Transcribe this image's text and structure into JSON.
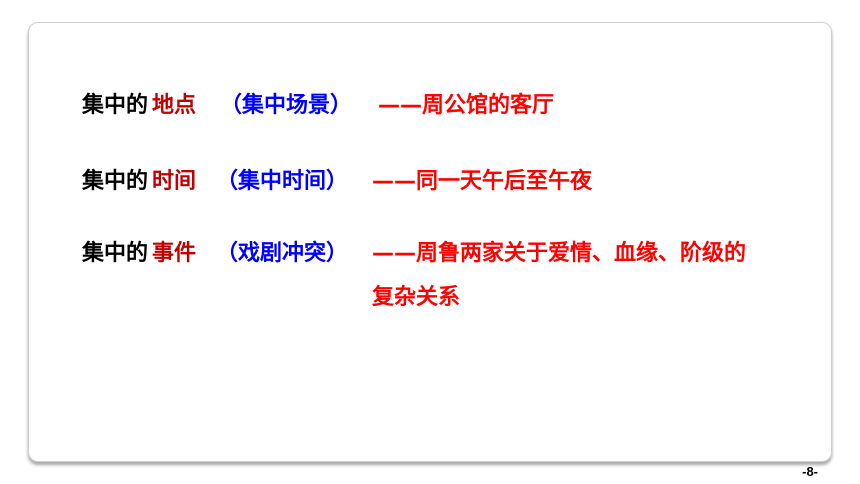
{
  "colors": {
    "text": "#000000",
    "highlight": "#c00000",
    "paren": "#0000ff",
    "detail": "#ff0000"
  },
  "rows": [
    {
      "lead": "集中的",
      "key": "地点",
      "paren": "（集中场景）",
      "detail": "——周公馆的客厅"
    },
    {
      "lead": "集中的",
      "key": "时间",
      "paren": "（集中时间）",
      "detail": "——同一天午后至午夜"
    },
    {
      "lead": "集中的",
      "key": "事件",
      "paren": "（戏剧冲突）",
      "detail": "——周鲁两家关于爱情、血缘、阶级的",
      "detail_line2": "复杂关系"
    }
  ],
  "page_number": "-8-"
}
